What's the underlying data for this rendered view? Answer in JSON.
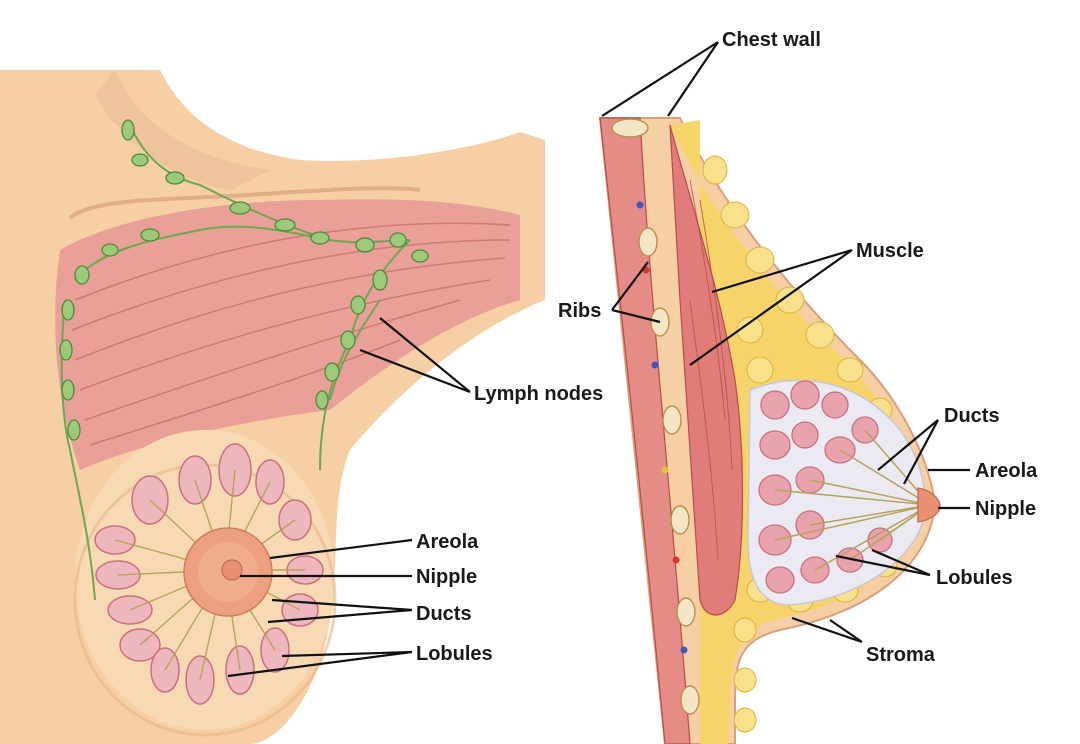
{
  "labels": {
    "chest_wall": "Chest wall",
    "muscle": "Muscle",
    "ribs": "Ribs",
    "lymph_nodes": "Lymph nodes",
    "ducts_right": "Ducts",
    "areola_right": "Areola",
    "nipple_right": "Nipple",
    "lobules_right": "Lobules",
    "stroma": "Stroma",
    "areola_left": "Areola",
    "nipple_left": "Nipple",
    "ducts_left": "Ducts",
    "lobules_left": "Lobules"
  },
  "colors": {
    "skin": "#f6cfa4",
    "skin_shadow": "#e9b486",
    "muscle": "#e89a92",
    "muscle_dark": "#c9524e",
    "lymph": "#8fbf6a",
    "lymph_dark": "#4f8a3a",
    "fat": "#f6d46a",
    "lobule": "#e9a3ad",
    "lobule_dark": "#c9707f",
    "tissue": "#ebeaf2",
    "areola": "#e8967a"
  }
}
